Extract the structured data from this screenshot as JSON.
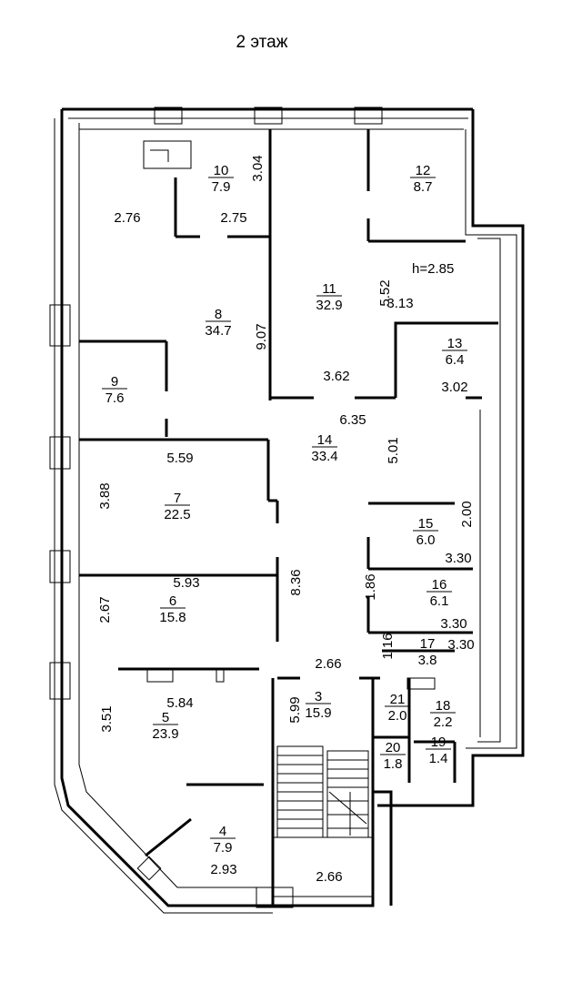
{
  "title": "2 этаж",
  "height_note": "h=2.85",
  "rooms": [
    {
      "number": "10",
      "area": "7.9"
    },
    {
      "number": "12",
      "area": "8.7"
    },
    {
      "number": "11",
      "area": "32.9"
    },
    {
      "number": "8",
      "area": "34.7"
    },
    {
      "number": "13",
      "area": "6.4"
    },
    {
      "number": "9",
      "area": "7.6"
    },
    {
      "number": "14",
      "area": "33.4"
    },
    {
      "number": "7",
      "area": "22.5"
    },
    {
      "number": "15",
      "area": "6.0"
    },
    {
      "number": "16",
      "area": "6.1"
    },
    {
      "number": "6",
      "area": "15.8"
    },
    {
      "number": "17",
      "area": "3.8"
    },
    {
      "number": "3",
      "area": "15.9"
    },
    {
      "number": "21",
      "area": "2.0"
    },
    {
      "number": "18",
      "area": "2.2"
    },
    {
      "number": "5",
      "area": "23.9"
    },
    {
      "number": "20",
      "area": "1.8"
    },
    {
      "number": "19",
      "area": "1.4"
    },
    {
      "number": "4",
      "area": "7.9"
    }
  ],
  "dimensions": [
    "2.76",
    "2.75",
    "3.04",
    "5.52",
    "3.13",
    "9.07",
    "3.62",
    "3.02",
    "6.35",
    "5.01",
    "5.59",
    "3.88",
    "2.00",
    "3.30",
    "5.93",
    "8.36",
    "1.86",
    "3.30",
    "2.67",
    "1.16",
    "3.30",
    "2.66",
    "5.84",
    "5.99",
    "3.51",
    "2.93",
    "2.66"
  ]
}
